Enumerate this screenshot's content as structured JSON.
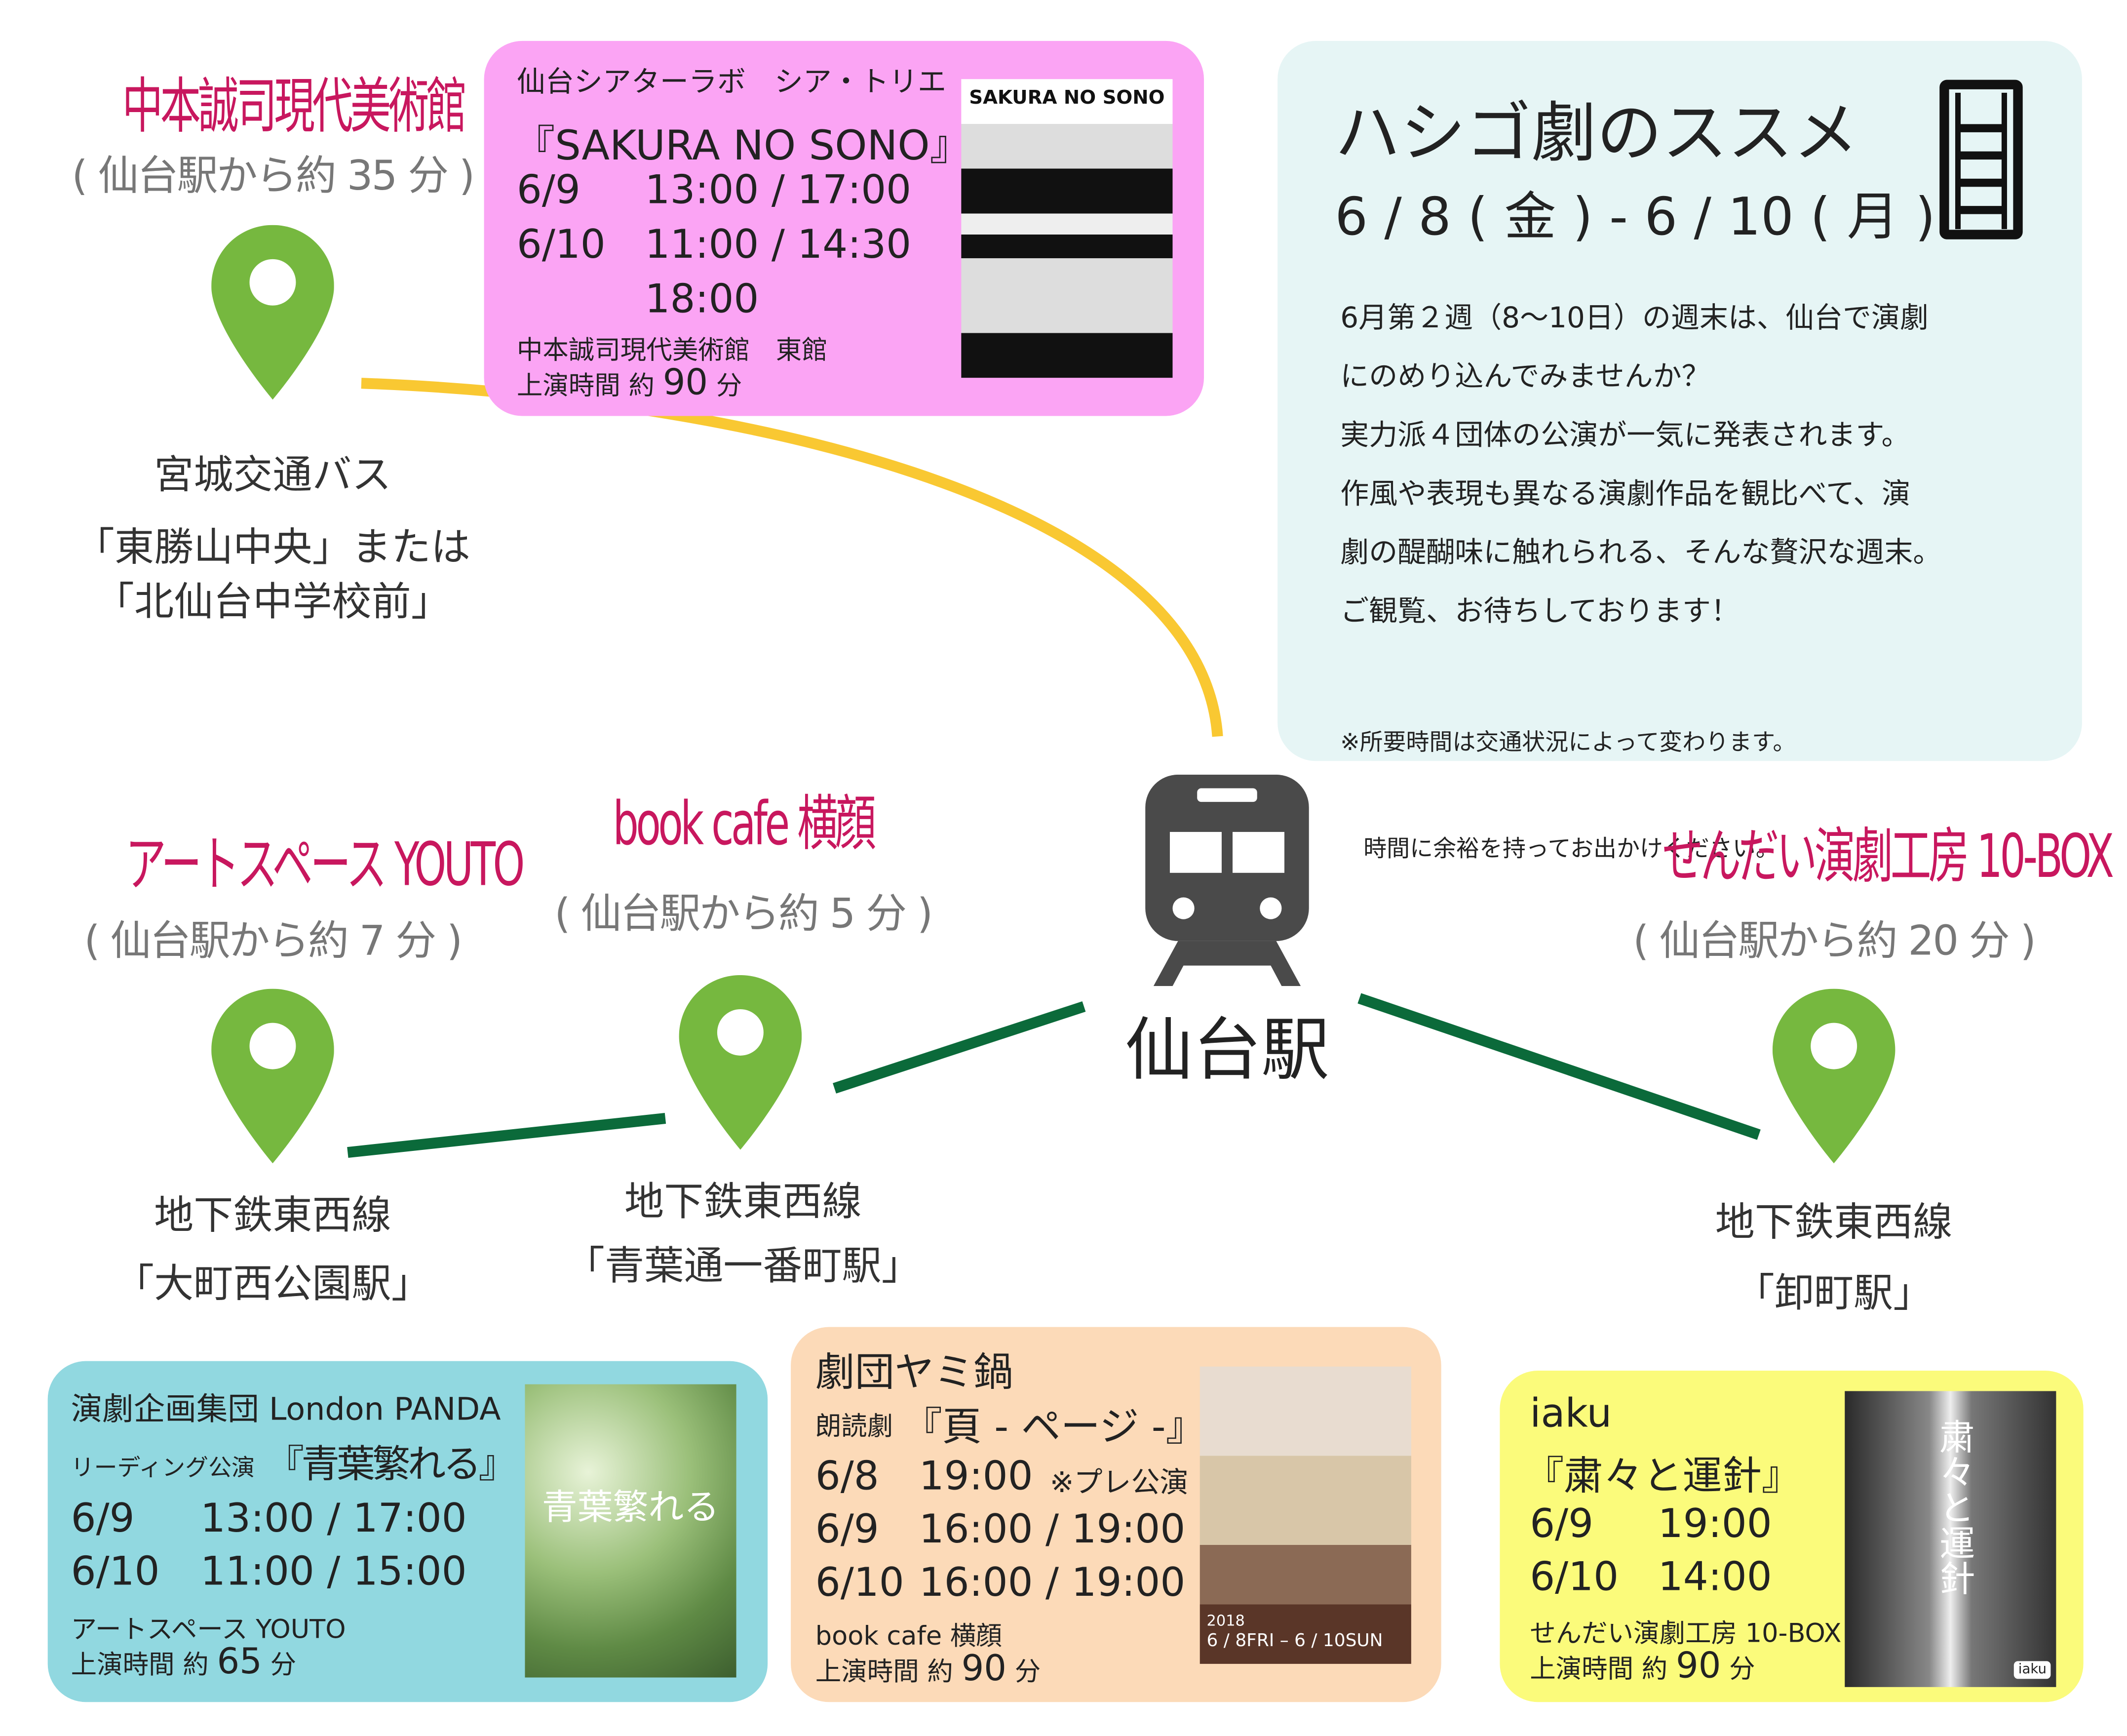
{
  "colors": {
    "venue": "#c8175e",
    "pin": "#76b83f",
    "bus_line": "#f9c832",
    "subway_line": "#0b6a3a",
    "pink": "#fba4f4",
    "cyan": "#e6f5f5",
    "blue": "#91d8e0",
    "peach": "#fcdab8",
    "yellow": "#fbfb7b",
    "train": "#4a4a4a"
  },
  "station": {
    "name": "仙台駅",
    "icon": "train-icon"
  },
  "venues": [
    {
      "name": "中本誠司現代美術館",
      "time": "( 仙台駅から約 35 分 )",
      "access": [
        "宮城交通バス",
        "「東勝山中央」または",
        "「北仙台中学校前」"
      ]
    },
    {
      "name": "アートスペース YOUTO",
      "time": "( 仙台駅から約 7 分 )",
      "access": [
        "地下鉄東西線",
        "「大町西公園駅」"
      ]
    },
    {
      "name": "book cafe 横顔",
      "time": "( 仙台駅から約 5 分 )",
      "access": [
        "地下鉄東西線",
        "「青葉通一番町駅」"
      ]
    },
    {
      "name": "せんだい演劇工房 10-BOX",
      "time": "( 仙台駅から約 20 分 )",
      "access": [
        "地下鉄東西線",
        "「卸町駅」"
      ]
    }
  ],
  "intro": {
    "title": "ハシゴ劇のススメ",
    "dates": "6 / 8 ( 金 ) - 6 / 10 ( 月 )",
    "body": [
      "6月第２週（8～10日）の週末は、仙台で演劇",
      "にのめり込んでみませんか？",
      "実力派４団体の公演が一気に発表されます。",
      "作風や表現も異なる演劇作品を観比べて、演",
      "劇の醍醐味に触れられる、そんな贅沢な週末。",
      "ご観覧、お待ちしております！"
    ],
    "note": [
      "※所要時間は交通状況によって変わります。",
      "　時間に余裕を持ってお出かけください。"
    ]
  },
  "shows": [
    {
      "company": "仙台シアターラボ　シア・トリエ",
      "title": "『SAKURA NO SONO』",
      "schedule": [
        [
          "6/9",
          "13:00 / 17:00"
        ],
        [
          "6/10",
          "11:00 / 14:30"
        ],
        [
          "",
          "18:00"
        ]
      ],
      "venue": "中本誠司現代美術館　東館",
      "duration_label": "上演時間 約",
      "duration": "90",
      "duration_unit": "分",
      "poster_title": "SAKURA NO SONO"
    },
    {
      "company": "演劇企画集団 London PANDA",
      "type": "リーディング公演",
      "title": "『青葉繁れる』",
      "schedule": [
        [
          "6/9",
          "13:00 / 17:00"
        ],
        [
          "6/10",
          "11:00 / 15:00"
        ]
      ],
      "venue": "アートスペース YOUTO",
      "duration_label": "上演時間 約",
      "duration": "65",
      "duration_unit": "分",
      "poster_title": "青葉繁れる"
    },
    {
      "company": "劇団ヤミ鍋",
      "type": "朗読劇",
      "title": "『頁 - ページ -』",
      "schedule": [
        [
          "6/8",
          "19:00",
          "※プレ公演"
        ],
        [
          "6/9",
          "16:00 / 19:00"
        ],
        [
          "6/10",
          "16:00 / 19:00"
        ]
      ],
      "venue": "book cafe 横顔",
      "duration_label": "上演時間 約",
      "duration": "90",
      "duration_unit": "分",
      "poster_year": "2018",
      "poster_dates": "6 / 8FRI – 6 / 10SUN"
    },
    {
      "company": "iaku",
      "title": "『粛々と運針』",
      "schedule": [
        [
          "6/9",
          "19:00"
        ],
        [
          "6/10",
          "14:00"
        ]
      ],
      "venue": "せんだい演劇工房 10-BOX",
      "duration_label": "上演時間 約",
      "duration": "90",
      "duration_unit": "分",
      "poster_title": "粛々と運針",
      "poster_logo": "iaku"
    }
  ]
}
